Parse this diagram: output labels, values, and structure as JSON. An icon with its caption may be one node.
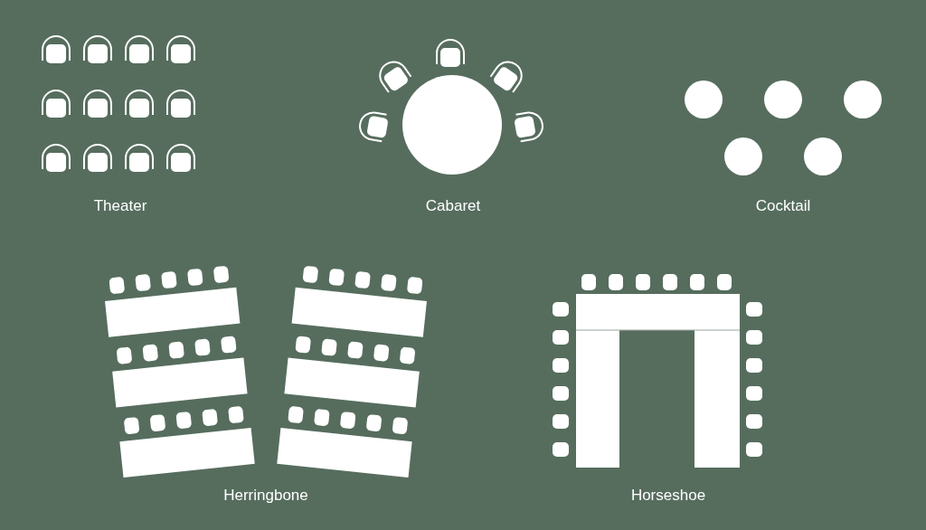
{
  "diagram": {
    "labels": [
      "Theater",
      "Cabaret",
      "Cocktail",
      "Herringbone",
      "Horseshoe"
    ]
  }
}
